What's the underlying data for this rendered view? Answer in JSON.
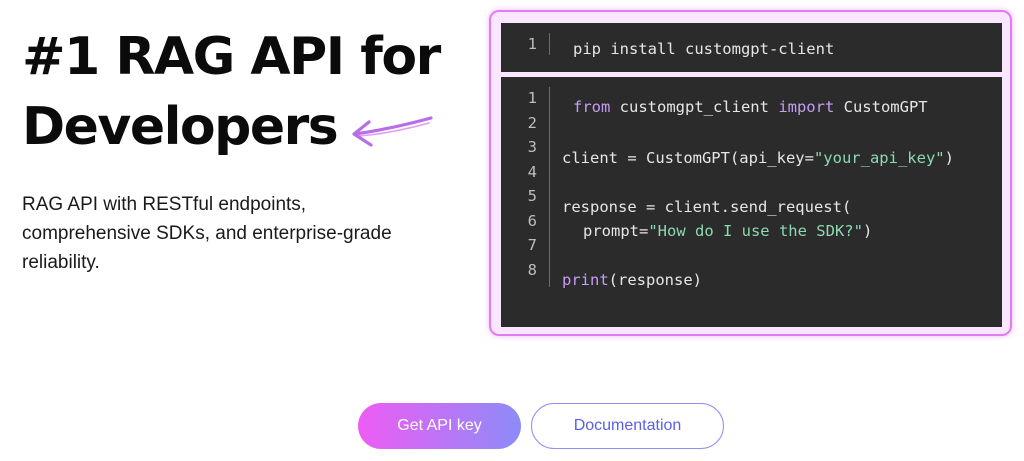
{
  "hero": {
    "title_line1": "#1 RAG API for",
    "title_line2": "Developers",
    "subtitle_line1": "RAG API with RESTful endpoints,",
    "subtitle_line2": "comprehensive SDKs, and enterprise-grade",
    "subtitle_line3": "reliability."
  },
  "install_block": {
    "line_number": "1",
    "command": "pip install customgpt-client"
  },
  "code_block": {
    "line_numbers": [
      "1",
      "2",
      "3",
      "4",
      "5",
      "6",
      "7",
      "8"
    ],
    "line1_kw_from": "from",
    "line1_module": " customgpt_client ",
    "line1_kw_import": "import",
    "line1_class": " CustomGPT",
    "line3_prefix": "client = CustomGPT(api_key=",
    "line3_string": "\"your_api_key\"",
    "line3_suffix": ")",
    "line5": "response = client.send_request(",
    "line6_prefix": "prompt=",
    "line6_string": "\"How do I use the SDK?\"",
    "line6_suffix": ")",
    "line8_kw_print": "print",
    "line8_rest": "(response)"
  },
  "buttons": {
    "primary_label": "Get API key",
    "secondary_label": "Documentation"
  },
  "colors": {
    "accent": "#e27cf3",
    "code_background": "#2b2b2b",
    "keyword": "#c89cf7",
    "string": "#8cd9b2",
    "secondary_button_text": "#5a5fe8"
  },
  "icons": {
    "title_arrow": "arrow-left-icon"
  }
}
